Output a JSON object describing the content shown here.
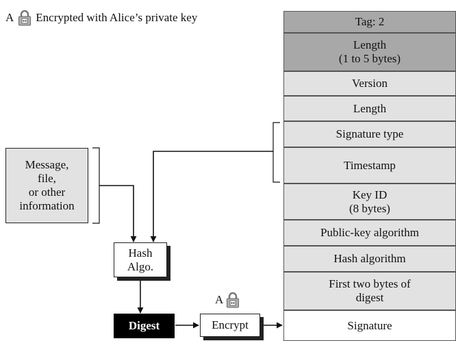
{
  "legend": {
    "key_letter": "A",
    "lock_icon": "padlock-icon",
    "text": "Encrypted with Alice’s private key"
  },
  "packet": {
    "fields": [
      {
        "label": "Tag: 2",
        "shade": "dark"
      },
      {
        "label": "Length\n(1 to 5 bytes)",
        "shade": "dark"
      },
      {
        "label": "Version",
        "shade": "light"
      },
      {
        "label": "Length",
        "shade": "light"
      },
      {
        "label": "Signature type",
        "shade": "light"
      },
      {
        "label": "Timestamp",
        "shade": "light"
      },
      {
        "label": "Key ID\n(8 bytes)",
        "shade": "light"
      },
      {
        "label": "Public-key algorithm",
        "shade": "light"
      },
      {
        "label": "Hash algorithm",
        "shade": "light"
      },
      {
        "label": "First two bytes of\ndigest",
        "shade": "light"
      },
      {
        "label": "Signature",
        "shade": "white"
      }
    ]
  },
  "flow": {
    "message": "Message,\nfile,\nor other\ninformation",
    "hash": "Hash\nAlgo.",
    "digest": "Digest",
    "encrypt": "Encrypt",
    "encrypt_key_letter": "A"
  },
  "colors": {
    "dark_cell": "#a8a8a8",
    "light_cell": "#e2e2e2",
    "digest_bg": "#000000"
  }
}
